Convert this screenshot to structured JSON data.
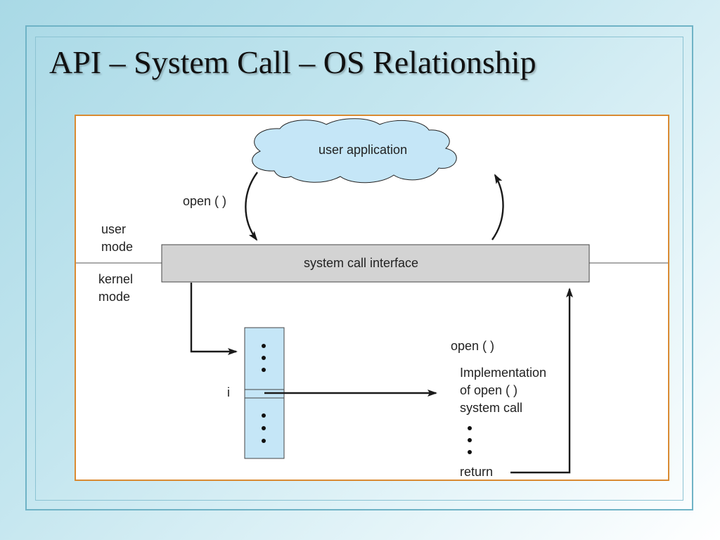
{
  "slide": {
    "title": "API – System Call – OS Relationship"
  },
  "diagram": {
    "user_application": "user application",
    "open_call_top": "open ( )",
    "user_mode": [
      "user",
      "mode"
    ],
    "kernel_mode": [
      "kernel",
      "mode"
    ],
    "system_call_interface": "system call interface",
    "table_index": "i",
    "open_call_bottom": "open ( )",
    "implementation": [
      "Implementation",
      "of open ( )",
      "system call"
    ],
    "return_label": "return"
  },
  "colors": {
    "cloud_fill": "#c5e6f7",
    "interface_fill": "#d3d3d3",
    "table_fill": "#c5e6f7",
    "diagram_border": "#d98a32"
  }
}
